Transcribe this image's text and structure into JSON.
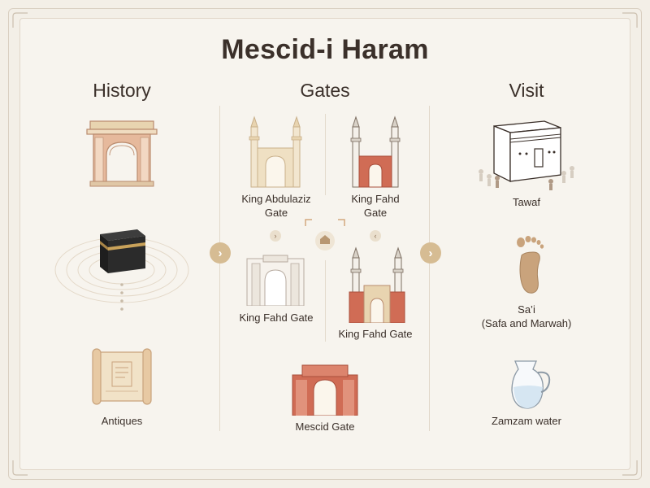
{
  "title": "Mescid-i Haram",
  "columns": {
    "history": "History",
    "gates": "Gates",
    "visit": "Visit"
  },
  "history": {
    "arch_label": "",
    "antiques_label": "Antiques"
  },
  "gates": {
    "gate1_label": "King Abdulaziz\nGate",
    "gate2_label": "King Fahd\nGate",
    "gate3_label": "King Fahd Gate",
    "gate4_label": "King Fahd Gate",
    "gate5_label": "Mescid Gate"
  },
  "visit": {
    "tawaf_label": "Tawaf",
    "sai_label": "Sa’i\n(Safa and Marwah)",
    "zamzam_label": "Zamzam water"
  },
  "colors": {
    "terracotta": "#d06c55",
    "sand": "#e8d4b0",
    "gold": "#d6bc93",
    "kaaba": "#2b2b2b"
  }
}
